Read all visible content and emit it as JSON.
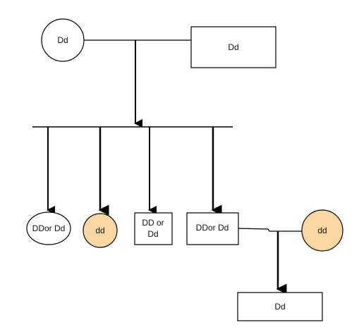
{
  "colors": {
    "line": "#000000",
    "fill_default": "#ffffff",
    "fill_affected": "#f9d7a3"
  },
  "nodes": {
    "gen1_female": {
      "label": "Dd",
      "shape": "circle",
      "affected": false
    },
    "gen1_male": {
      "label": "Dd",
      "shape": "square",
      "affected": false
    },
    "gen2_child1": {
      "label": "DDor Dd",
      "shape": "circle",
      "affected": false
    },
    "gen2_child2": {
      "label": "dd",
      "shape": "circle",
      "affected": true
    },
    "gen2_child3": {
      "label_line1": "DD or",
      "label_line2": "Dd",
      "shape": "square",
      "affected": false
    },
    "gen2_child4": {
      "label": "DDor Dd",
      "shape": "square",
      "affected": false
    },
    "gen2_spouse": {
      "label": "dd",
      "shape": "circle",
      "affected": true
    },
    "gen3_child": {
      "label": "Dd",
      "shape": "square",
      "affected": false
    }
  }
}
